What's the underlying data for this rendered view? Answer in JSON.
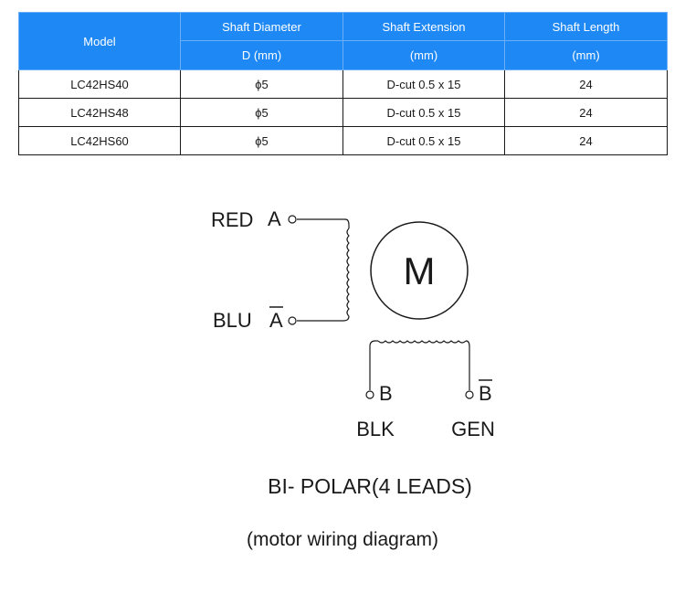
{
  "table": {
    "headers": {
      "model": "Model",
      "shaft_diameter": "Shaft Diameter",
      "shaft_diameter_unit": "D (mm)",
      "shaft_extension": "Shaft Extension",
      "shaft_extension_unit": "(mm)",
      "shaft_length": "Shaft Length",
      "shaft_length_unit": "(mm)"
    },
    "rows": [
      {
        "model": "LC42HS40",
        "diameter": "ϕ5",
        "extension": "D-cut 0.5 x 15",
        "length": "24"
      },
      {
        "model": "LC42HS48",
        "diameter": "ϕ5",
        "extension": "D-cut 0.5 x 15",
        "length": "24"
      },
      {
        "model": "LC42HS60",
        "diameter": "ϕ5",
        "extension": "D-cut 0.5 x 15",
        "length": "24"
      }
    ]
  },
  "diagram": {
    "motor_label": "M",
    "wires": {
      "red": "RED",
      "blu": "BLU",
      "blk": "BLK",
      "gen": "GEN"
    },
    "terminals": {
      "a": "A",
      "a_bar": "A",
      "b": "B",
      "b_bar": "B"
    },
    "title": "BI- POLAR(4 LEADS)",
    "caption": "(motor wiring diagram)"
  },
  "colors": {
    "header_bg": "#1e88f5",
    "header_text": "#ffffff",
    "line": "#1a1a1a"
  }
}
